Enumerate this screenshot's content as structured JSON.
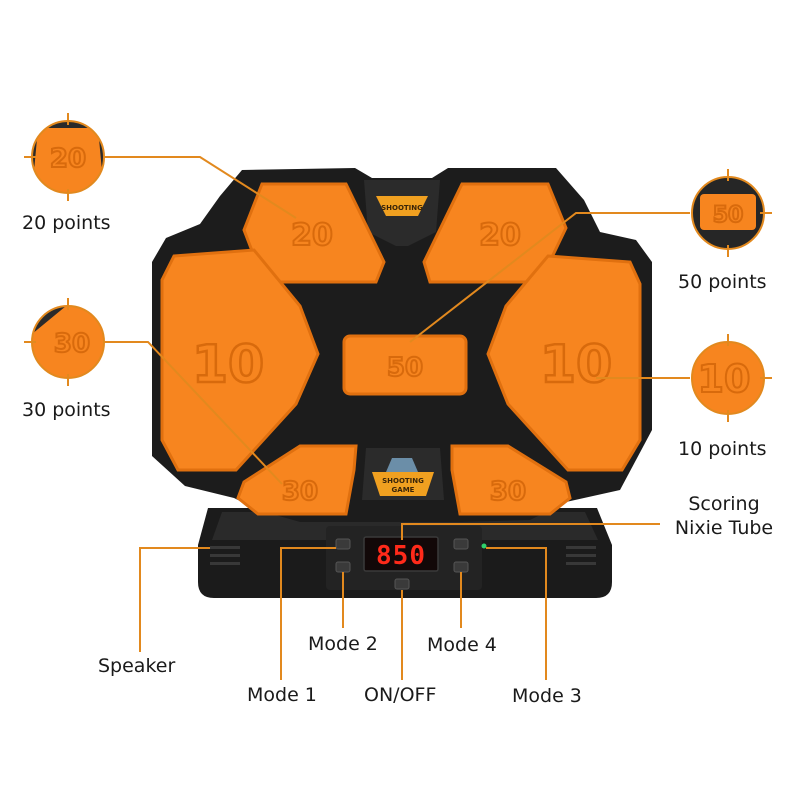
{
  "colors": {
    "pad_orange": "#f7851f",
    "pad_shade": "#e0700f",
    "body_black": "#1b1b1b",
    "body_dark": "#2a2a2a",
    "leader_line": "#e2891e",
    "display_red": "#ff2a1a",
    "display_bg": "#120808",
    "label_text": "#1a1a1a"
  },
  "pads": {
    "top_left": "20",
    "top_right": "20",
    "left": "10",
    "right": "10",
    "center": "50",
    "bottom_left": "30",
    "bottom_right": "30"
  },
  "display": {
    "score": "850"
  },
  "logo": {
    "line1": "SHOOTING",
    "line2": "GAME"
  },
  "callouts": {
    "points_20": "20 points",
    "points_30": "30 points",
    "points_50": "50 points",
    "points_10": "10 points",
    "scoring_line1": "Scoring",
    "scoring_line2": "Nixie Tube",
    "speaker": "Speaker",
    "mode_1": "Mode 1",
    "mode_2": "Mode 2",
    "on_off": "ON/OFF",
    "mode_4": "Mode 4",
    "mode_3": "Mode 3"
  },
  "zoom_badges": {
    "badge_20": "20",
    "badge_30": "30",
    "badge_50": "50",
    "badge_10": "10"
  }
}
